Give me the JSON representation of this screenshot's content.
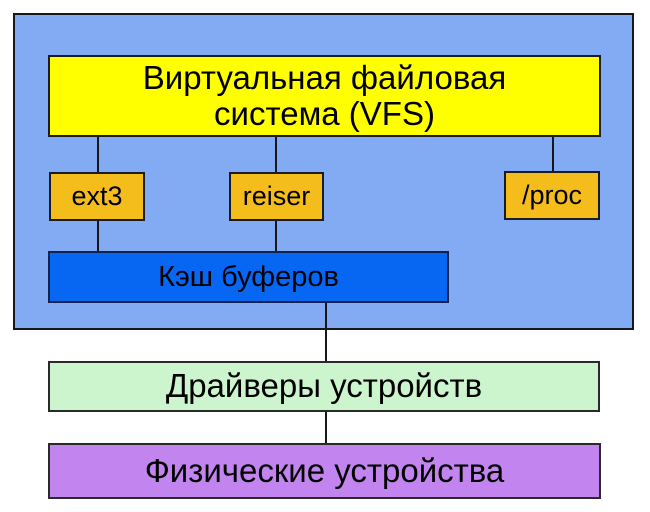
{
  "diagram": {
    "vfs_box": {
      "lines": [
        "Виртуальная файловая",
        "система (VFS)"
      ]
    },
    "ext3_box": {
      "label": "ext3"
    },
    "reiser_box": {
      "label": "reiser"
    },
    "proc_box": {
      "label": "/proc"
    },
    "buffer_cache_box": {
      "label": "Кэш буферов"
    },
    "drivers_box": {
      "label": "Драйверы устройств"
    },
    "devices_box": {
      "label": "Физические устройства"
    }
  },
  "colors": {
    "page_background": "#ffffff",
    "container_fill": "#83abf4",
    "vfs_fill": "#ffff00",
    "filesystem_fill": "#f5bd1b",
    "buffer_cache_fill": "#0766f2",
    "drivers_fill": "#ccf5cd",
    "devices_fill": "#c285ef",
    "border_and_line": "#16161d",
    "text": "#000000"
  }
}
